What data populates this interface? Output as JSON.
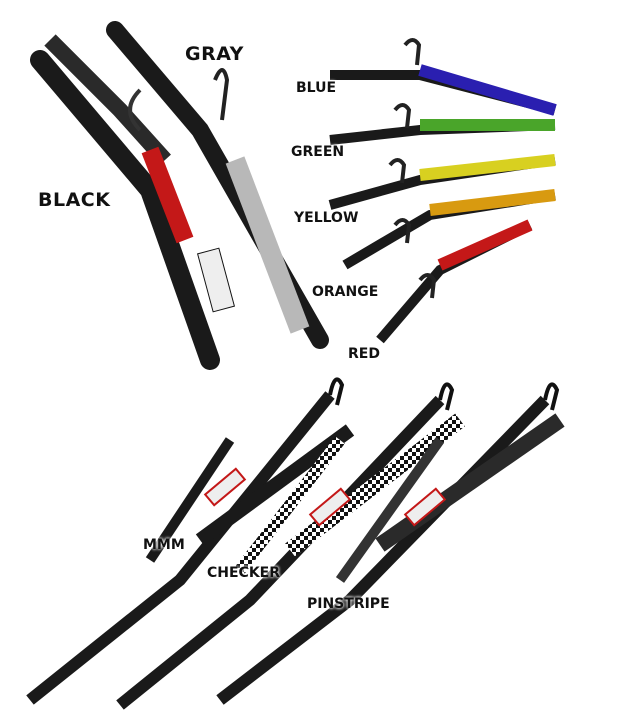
{
  "labels": {
    "black": "BLACK",
    "gray": "GRAY",
    "blue": "BLUE",
    "green": "GREEN",
    "yellow": "YELLOW",
    "orange": "ORANGE",
    "red": "RED",
    "mmm": "MMM",
    "checker": "CHECKER",
    "pinstripe": "PINSTRIPE"
  },
  "colors": {
    "black": "#1a1a1a",
    "gray": "#b8b8b8",
    "blue": "#2a1fb0",
    "green": "#4aa52a",
    "yellow": "#d8d020",
    "orange": "#d89a10",
    "red": "#c41818",
    "accent_red": "#d42020"
  }
}
